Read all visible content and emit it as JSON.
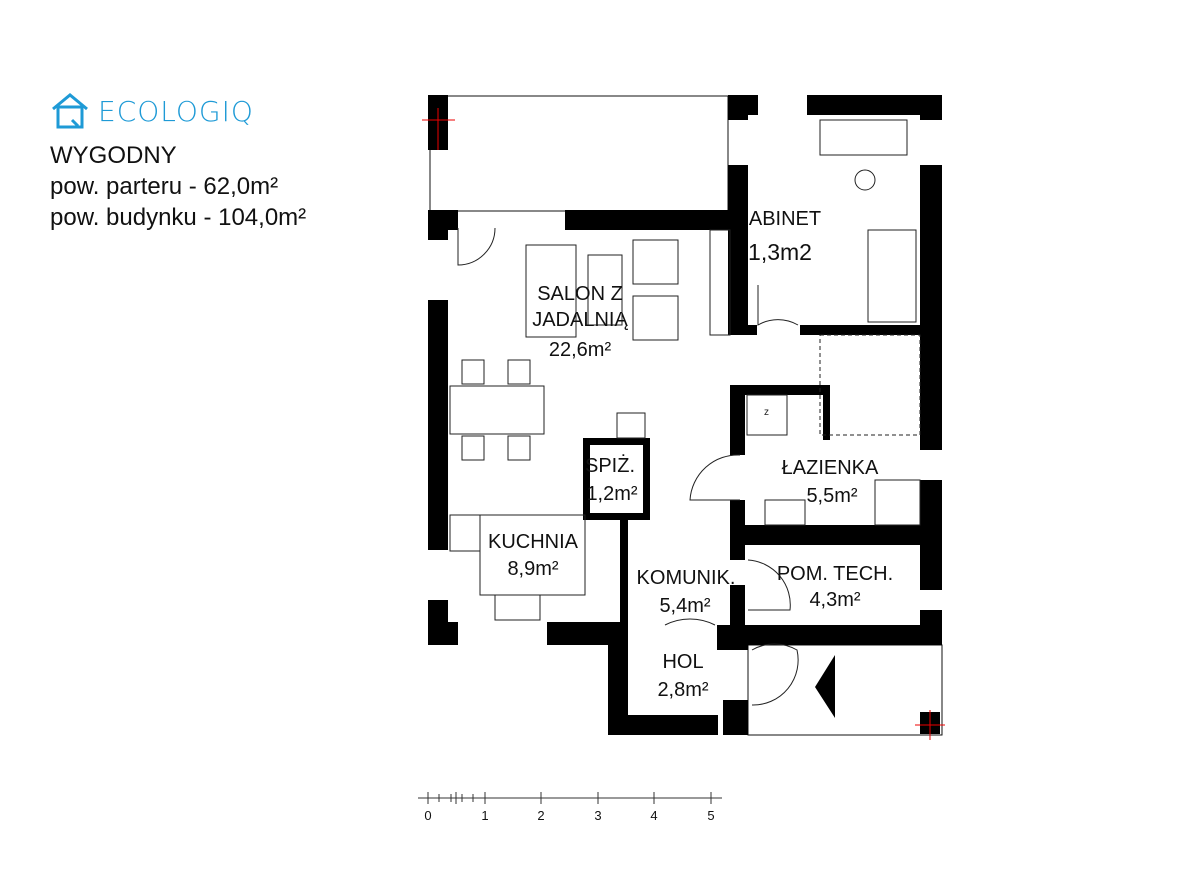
{
  "brand": {
    "name": "ECOLOGIQ",
    "color": "#1e9ad6"
  },
  "project": {
    "name": "WYGODNY",
    "ground_floor_area": "pow. parteru - 62,0m²",
    "building_area": "pow. budynku - 104,0m²"
  },
  "rooms": [
    {
      "name": "SALON Z",
      "name2": "JADALNIĄ",
      "area": "22,6m²"
    },
    {
      "name": "ABINET",
      "area": "1,3m2"
    },
    {
      "name": "SPIŻ.",
      "area": "1,2m²"
    },
    {
      "name": "ŁAZIENKA",
      "area": "5,5m²"
    },
    {
      "name": "KUCHNIA",
      "area": "8,9m²"
    },
    {
      "name": "KOMUNIK.",
      "area": "5,4m²"
    },
    {
      "name": "POM. TECH.",
      "area": "4,3m²"
    },
    {
      "name": "HOL",
      "area": "2,8m²"
    }
  ],
  "fixtures": {
    "fridge_mark": "z"
  },
  "scale_bar": {
    "ticks": [
      "0",
      "1",
      "2",
      "3",
      "4",
      "5"
    ]
  }
}
